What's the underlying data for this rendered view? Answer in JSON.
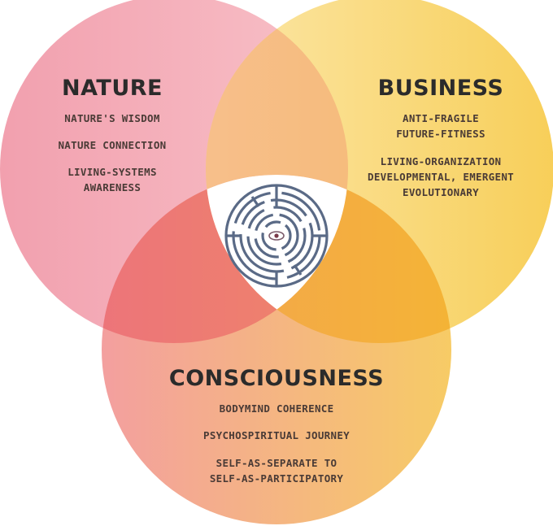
{
  "diagram": {
    "circles": [
      {
        "id": "nature",
        "title": "NATURE",
        "items": [
          "NATURE'S WISDOM",
          "NATURE CONNECTION",
          "LIVING-SYSTEMS",
          "AWARENESS"
        ],
        "color_left": "#ef8fa0",
        "color_right": "#f7b7bf"
      },
      {
        "id": "business",
        "title": "BUSINESS",
        "items": [
          "ANTI-FRAGILE",
          "FUTURE-FITNESS",
          "LIVING-ORGANIZATION",
          "DEVELOPMENTAL, EMERGENT",
          "EVOLUTIONARY"
        ],
        "color_left": "#fbe39a",
        "color_right": "#f6c63c"
      },
      {
        "id": "consciousness",
        "title": "CONSCIOUSNESS",
        "items": [
          "BODYMIND COHERENCE",
          "PSYCHOSPIRITUAL JOURNEY",
          "SELF-AS-SEPARATE TO",
          "SELF-AS-PARTICIPATORY"
        ],
        "color_left": "#f08a8a",
        "color_right": "#f5c044"
      }
    ],
    "center_icon": "labyrinth-eye-icon",
    "text_color": "#4a3b36",
    "title_color": "#2b2b2b"
  }
}
